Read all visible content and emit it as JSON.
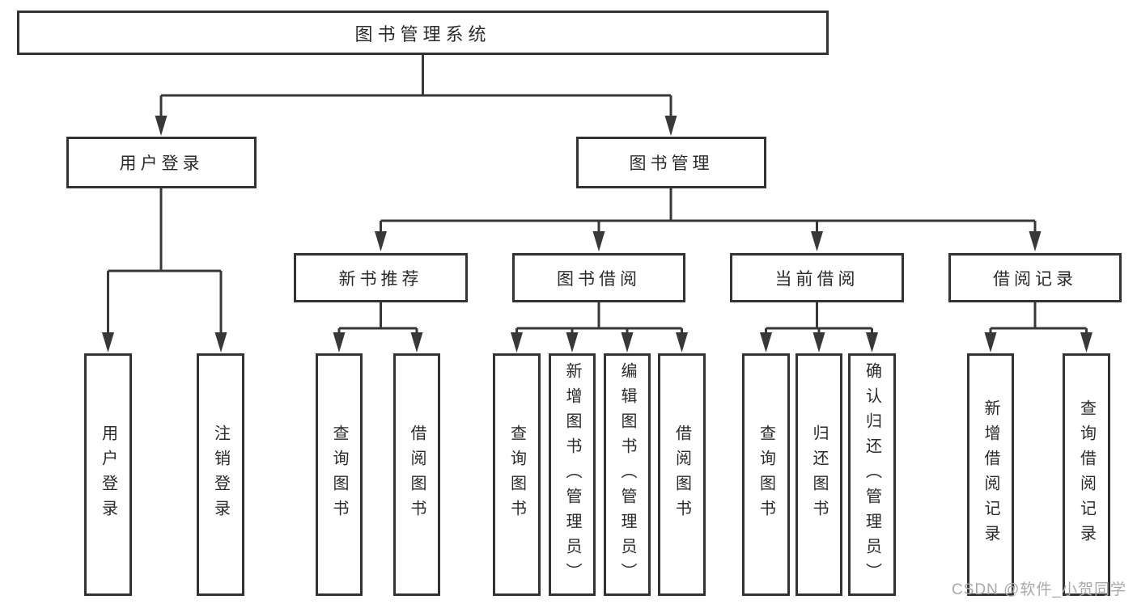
{
  "diagram": {
    "root": "图书管理系统",
    "level2": [
      "用户登录",
      "图书管理"
    ],
    "level3": [
      "新书推荐",
      "图书借阅",
      "当前借阅",
      "借阅记录"
    ],
    "leaves": [
      "用户登录",
      "注销登录",
      "查询图书",
      "借阅图书",
      "查询图书",
      "新增图书（管理员）",
      "编辑图书（管理员）",
      "借阅图书",
      "查询图书",
      "归还图书",
      "确认归还（管理员）",
      "新增借阅记录",
      "查询借阅记录"
    ],
    "watermark": "CSDN @软件_小贺同学",
    "colors": {
      "line": "#383838",
      "box_border": "#333333",
      "text": "#2b2b2b",
      "background": "#ffffff",
      "watermark": "#a9a9a9"
    }
  }
}
